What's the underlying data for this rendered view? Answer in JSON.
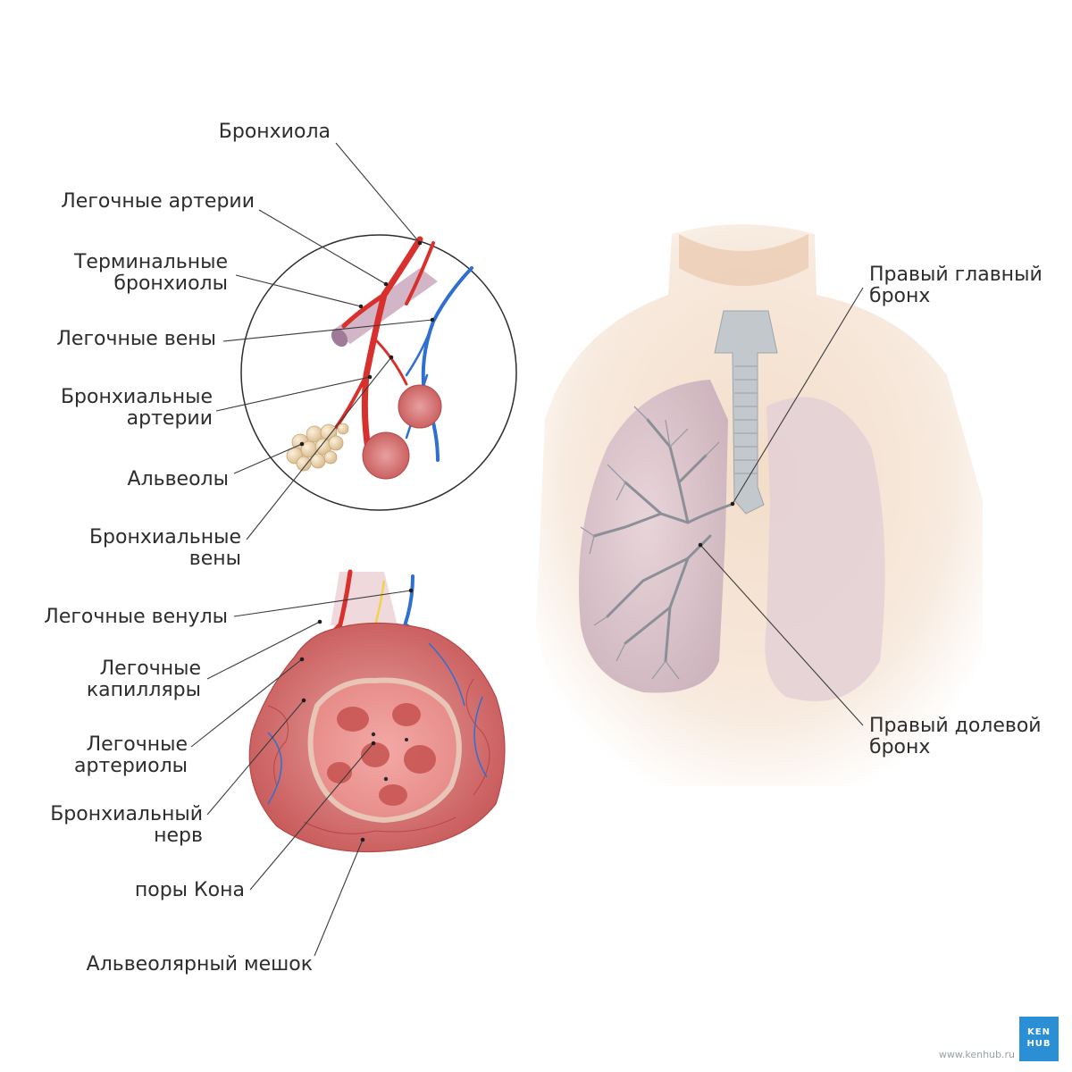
{
  "labels": {
    "bronchiole": "Бронхиола",
    "pulmonary_arteries": "Легочные артерии",
    "terminal_bronchioles": [
      "Терминальные",
      "бронхиолы"
    ],
    "pulmonary_veins": "Легочные вены",
    "bronchial_arteries": [
      "Бронхиальные",
      "артерии"
    ],
    "alveoli": "Альвеолы",
    "bronchial_veins": [
      "Бронхиальные",
      "вены"
    ],
    "pulmonary_venules": "Легочные венулы",
    "pulmonary_capillaries": [
      "Легочные",
      "капилляры"
    ],
    "pulmonary_arterioles": [
      "Легочные",
      "артериолы"
    ],
    "bronchial_nerve": [
      "Бронхиальный",
      "нерв"
    ],
    "pores_of_kohn": "поры Кона",
    "alveolar_sac": "Альвеолярный мешок",
    "right_main_bronchus": [
      "Правый главный",
      "бронх"
    ],
    "right_lobar_bronchus": [
      "Правый долевой",
      "бронх"
    ]
  },
  "footer": {
    "url": "www.kenhub.ru",
    "logo_line1": "KEN",
    "logo_line2": "HUB"
  },
  "colors": {
    "artery": "#d8302c",
    "vein": "#2f6fd0",
    "nerve": "#f2d24a",
    "alveolus": "#e7c79a",
    "lung": "#d8c0c8",
    "skin": "#f3ddc8",
    "trachea": "#b7bec4",
    "leader_line": "#3a3a3a"
  }
}
